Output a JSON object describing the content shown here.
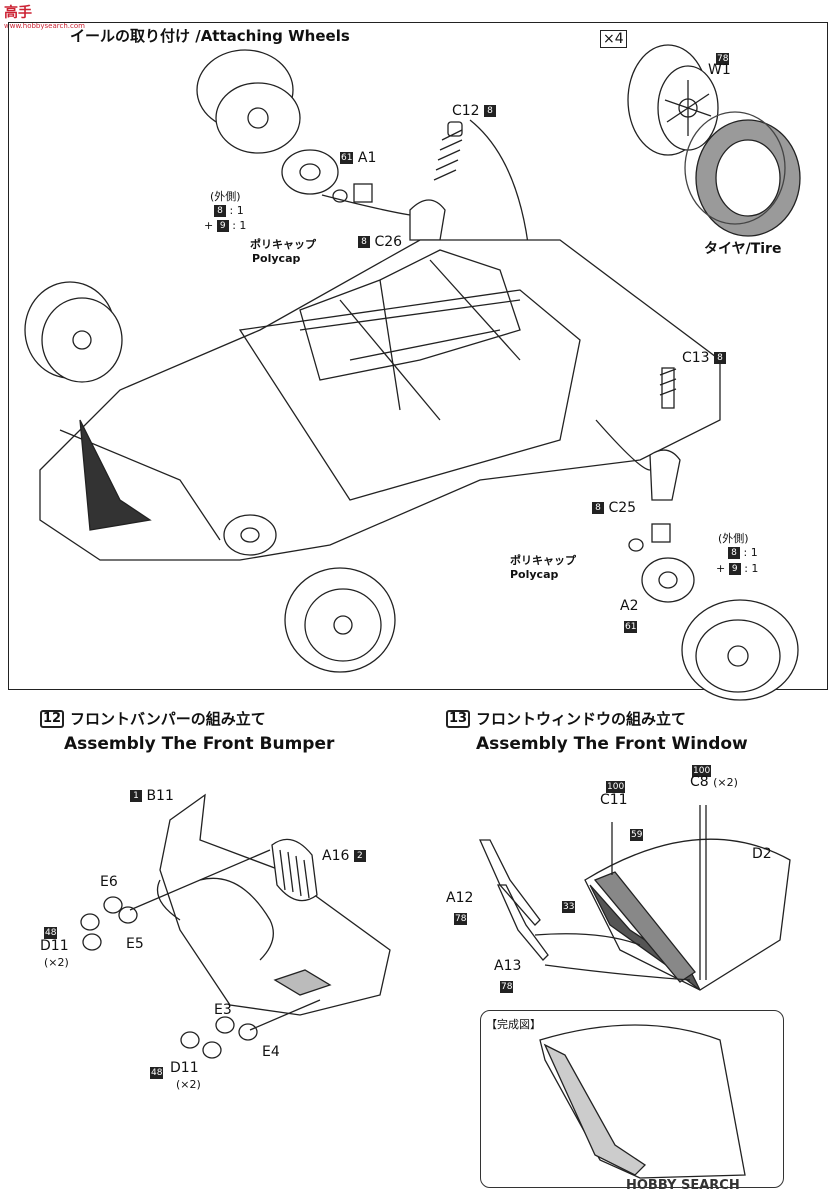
{
  "watermark_top": {
    "text": "高手",
    "sub": "www.hobbysearch.com"
  },
  "step11": {
    "title": "イールの取り付け /Attaching Wheels",
    "count": "×4",
    "w1_num": "78",
    "w1": "W1",
    "tire": "タイヤ/Tire",
    "c12": "C12",
    "c12_num": "8",
    "a1_num": "61",
    "a1": "A1",
    "outer": "(外側)",
    "mix1_num": "8",
    "mix1_val": ": 1",
    "mix2_plus": "+",
    "mix2_num": "9",
    "mix2_val": ": 1",
    "polycap_jp": "ポリキャップ",
    "polycap_en": "Polycap",
    "c26_num": "8",
    "c26": "C26",
    "c13": "C13",
    "c13_num": "8",
    "c25_num": "8",
    "c25": "C25",
    "polycap2_jp": "ポリキャップ",
    "polycap2_en": "Polycap",
    "outer2": "(外側)",
    "mix3_num": "8",
    "mix3_val": ": 1",
    "mix4_plus": "+",
    "mix4_num": "9",
    "mix4_val": ": 1",
    "a2": "A2",
    "a2_num": "61"
  },
  "step12": {
    "num": "12",
    "title_jp": "フロントバンパーの組み立て",
    "title_en": "Assembly The Front Bumper",
    "b11_num": "1",
    "b11": "B11",
    "a16": "A16",
    "a16_num": "2",
    "e6": "E6",
    "e5": "E5",
    "d11a_num": "48",
    "d11a": "D11",
    "d11a_x": "(×2)",
    "e3": "E3",
    "e4": "E4",
    "d11b_num": "48",
    "d11b": "D11",
    "d11b_x": "(×2)"
  },
  "step13": {
    "num": "13",
    "title_jp": "フロントウィンドウの組み立て",
    "title_en": "Assembly The Front Window",
    "c11_num": "100",
    "c11": "C11",
    "c8_num": "100",
    "c8": "C8",
    "c8_x": "(×2)",
    "d2": "D2",
    "a12": "A12",
    "a12_num": "78",
    "n33": "33",
    "n59": "59",
    "a13": "A13",
    "a13_num": "78",
    "complete": "【完成図】"
  },
  "watermark_bottom": {
    "text": "HOBBY SEARCH"
  }
}
